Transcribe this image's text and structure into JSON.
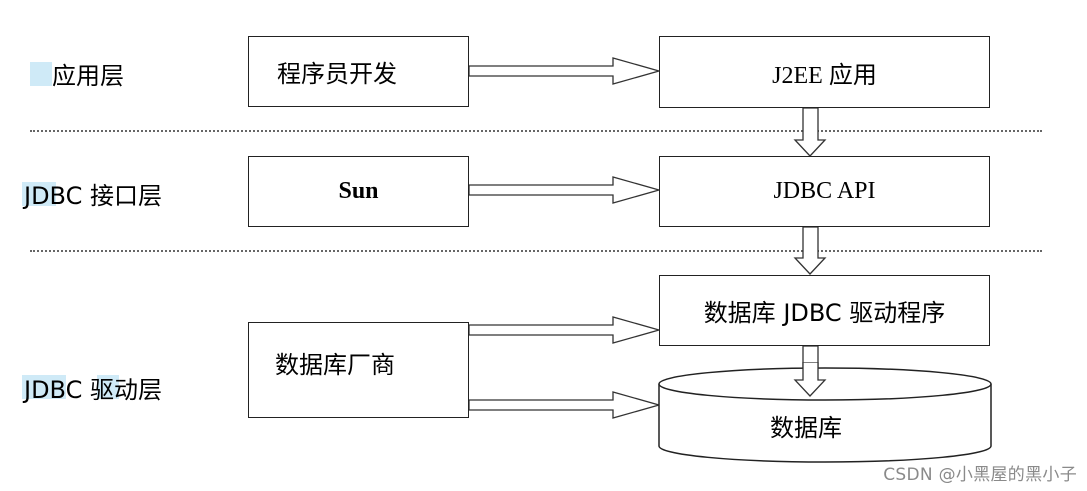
{
  "layers": {
    "app": "应用层",
    "api": "JDBC 接口层",
    "driver": "JDBC 驱动层"
  },
  "boxes": {
    "developer": "程序员开发",
    "j2ee": "J2EE 应用",
    "sun": "Sun",
    "jdbc_api": "JDBC API",
    "db_vendor": "数据库厂商",
    "db_driver": "数据库 JDBC 驱动程序",
    "database": "数据库"
  },
  "watermark": "CSDN @小黑屋的黑小子"
}
